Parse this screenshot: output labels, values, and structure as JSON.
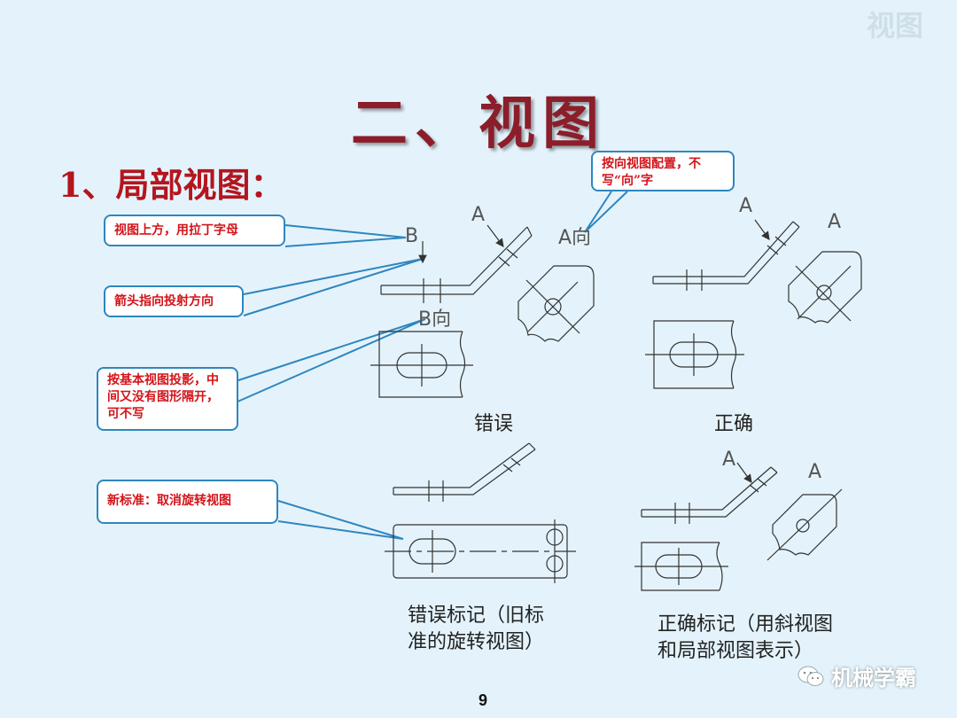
{
  "watermark": "视图",
  "title": "二、视图",
  "subtitle": "1、局部视图：",
  "callouts": {
    "view_top": "视图上方，用拉丁字母",
    "arrow_dir": "箭头指向投射方向",
    "basic_view": "按基本视图投影，中间又没有图形隔开，可不写",
    "new_std": "新标准：取消旋转视图",
    "dir_view": "按向视图配置，不写“向”字"
  },
  "labels": {
    "b": "B",
    "b_dir": "B向",
    "a_tl": "A",
    "a_dir": "A向",
    "a_tr1": "A",
    "a_tr2": "A",
    "a_br1": "A",
    "a_br2": "A"
  },
  "captions": {
    "wrong": "错误",
    "right": "正确",
    "wrong_mark": "错误标记（旧标准的旋转视图）",
    "right_mark": "正确标记（用斜视图和局部视图表示）"
  },
  "page_number": "9",
  "brand": "机械学霸",
  "colors": {
    "background": "#e4f3fb",
    "title": "#8b1e2a",
    "subtitle": "#b4151e",
    "callout_text": "#d2141a",
    "callout_border": "#2f86c0"
  }
}
